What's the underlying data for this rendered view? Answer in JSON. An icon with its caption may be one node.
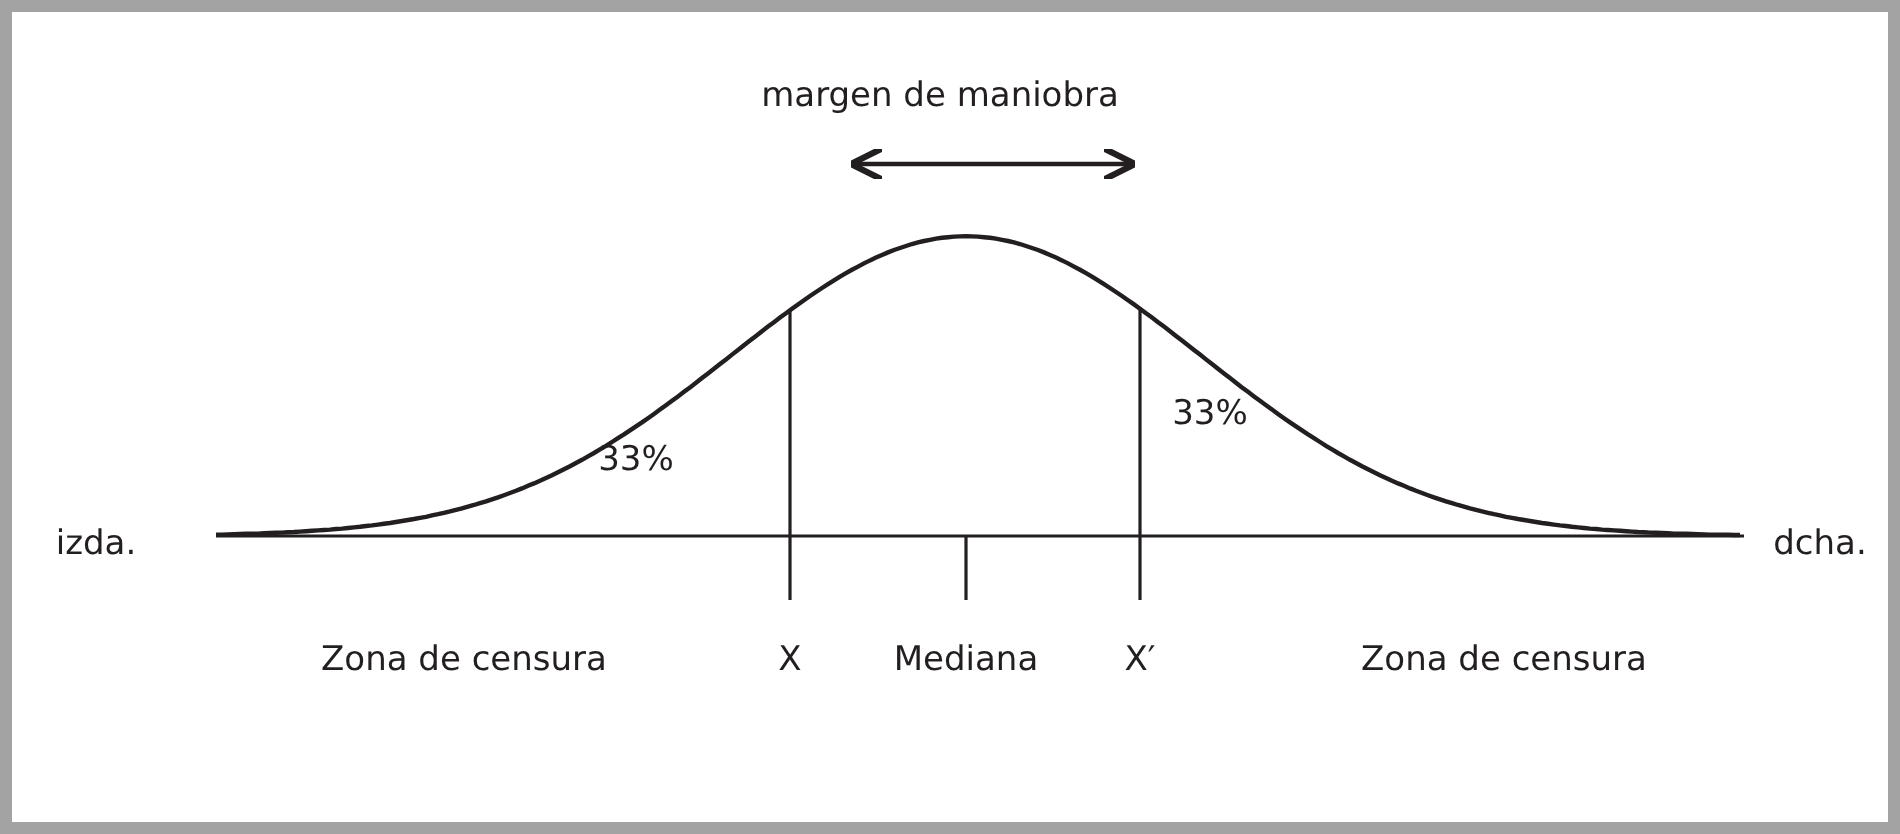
{
  "diagram": {
    "labels": [
      "margen de maniobra",
      "33%",
      "33%",
      "izda.",
      "dcha.",
      "Zona de censura",
      "X",
      "Mediana",
      "X′",
      "Zona de censura"
    ]
  }
}
